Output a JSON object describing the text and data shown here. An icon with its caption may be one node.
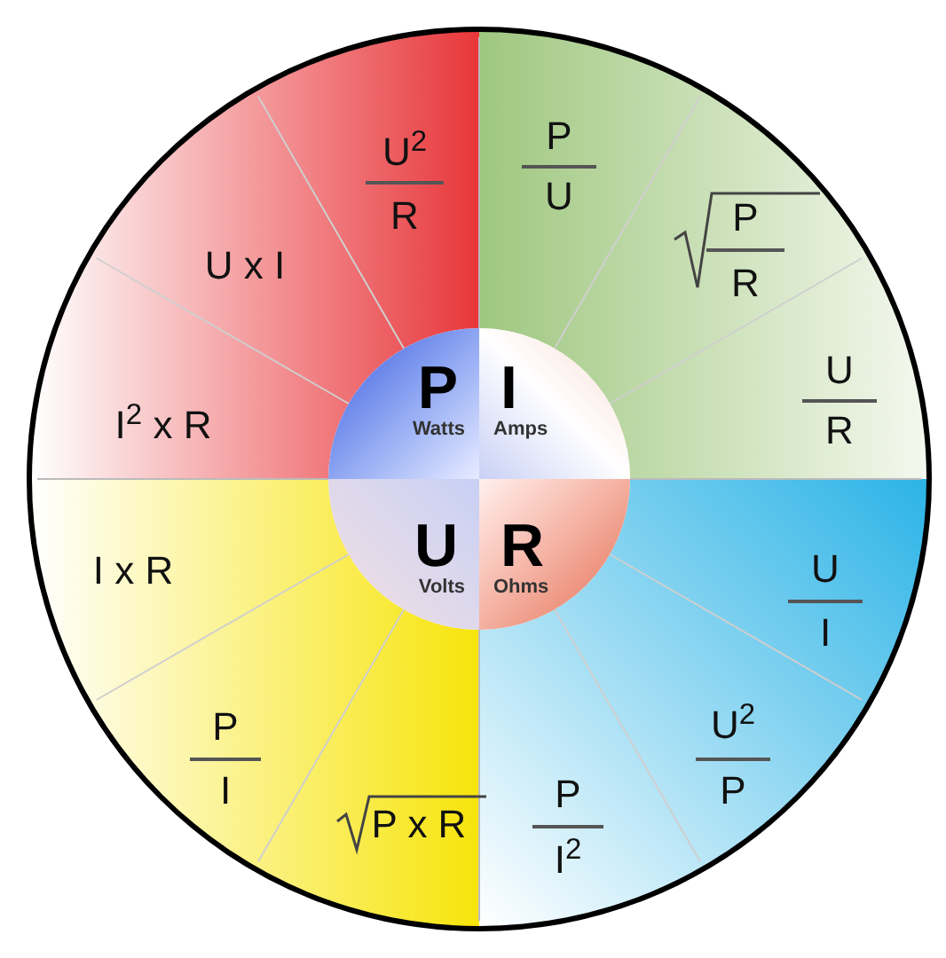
{
  "diagram": {
    "nodes": [
      {
        "text": [
          "P",
          "Watts"
        ]
      },
      {
        "text": [
          "I",
          "Amps"
        ]
      },
      {
        "text": [
          "U",
          "Volts"
        ]
      },
      {
        "text": [
          "R",
          "Ohms"
        ]
      }
    ],
    "labels": [
      "U$^{2}$",
      "R",
      "U x I",
      "I$^{2}$ x R",
      "P",
      "U",
      "P",
      "R",
      "U",
      "R",
      "U",
      "I",
      "U$^{2}$",
      "P",
      "P",
      "I$^{2}$",
      "I x R",
      "P",
      "I",
      "P x R"
    ]
  }
}
